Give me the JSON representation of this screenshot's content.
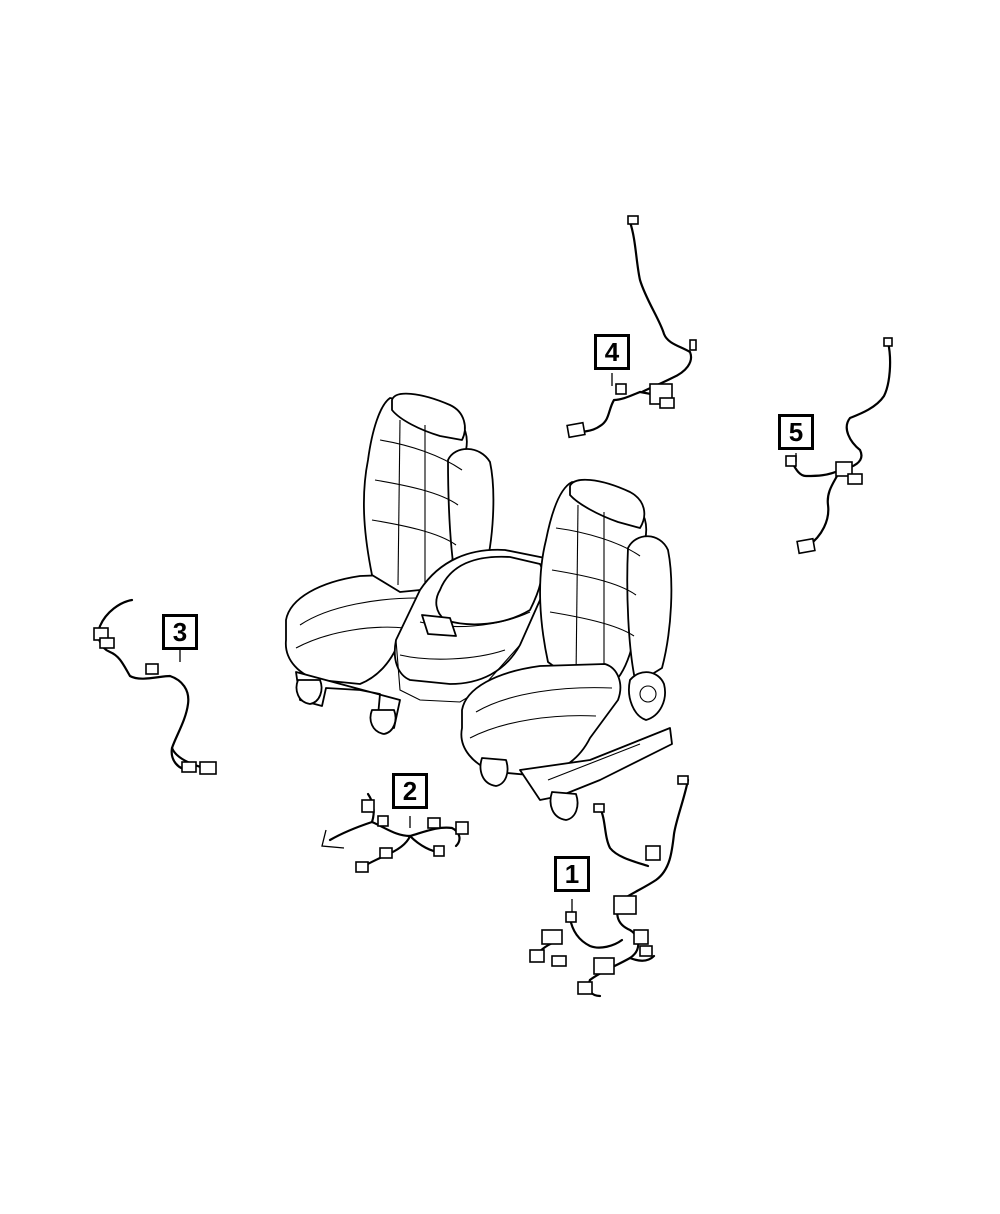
{
  "callouts": [
    {
      "id": "callout-1",
      "label": "1"
    },
    {
      "id": "callout-2",
      "label": "2"
    },
    {
      "id": "callout-3",
      "label": "3"
    },
    {
      "id": "callout-4",
      "label": "4"
    },
    {
      "id": "callout-5",
      "label": "5"
    }
  ],
  "colors": {
    "line": "#000000",
    "background": "#ffffff"
  }
}
